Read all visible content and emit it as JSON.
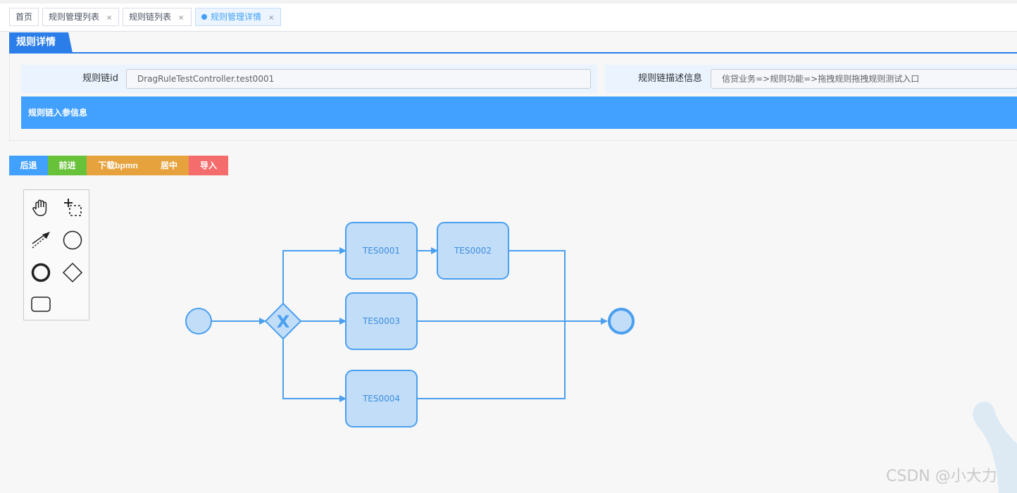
{
  "tabs": [
    {
      "label": "首页",
      "closable": false,
      "active": false
    },
    {
      "label": "规则管理列表",
      "closable": true,
      "active": false
    },
    {
      "label": "规则链列表",
      "closable": true,
      "active": false
    },
    {
      "label": "规则管理详情",
      "closable": true,
      "active": true
    }
  ],
  "tab_close_glyph": "×",
  "page": {
    "title": "规则详情"
  },
  "form": {
    "chain_id_label": "规则链id",
    "chain_id_value": "DragRuleTestController.test0001",
    "chain_desc_label": "规则链描述信息",
    "chain_desc_value": "信贷业务=>规则功能=>拖拽规则拖拽规则测试入口",
    "params_header": "规则链入参信息"
  },
  "toolbar": {
    "back": "后退",
    "forward": "前进",
    "download": "下载bpmn",
    "center": "居中",
    "import": "导入"
  },
  "palette": {
    "icons": [
      "hand-tool-icon",
      "lasso-tool-icon",
      "connect-tool-icon",
      "start-event-icon",
      "end-event-icon",
      "gateway-icon",
      "task-icon"
    ]
  },
  "diagram": {
    "gateway_symbol": "X",
    "tasks": [
      "TES0001",
      "TES0002",
      "TES0003",
      "TES0004"
    ]
  },
  "watermark": "CSDN @小大力",
  "colors": {
    "accent": "#42a1f6",
    "title_blue": "#2b7de9",
    "back_btn": "#42a0ff",
    "forward_btn": "#67c23a",
    "download_btn": "#e6a23c",
    "center_btn": "#e6a23c",
    "import_btn": "#f56c6c",
    "node_fill": "#c2ddf8",
    "node_stroke": "#4a9ff0"
  }
}
